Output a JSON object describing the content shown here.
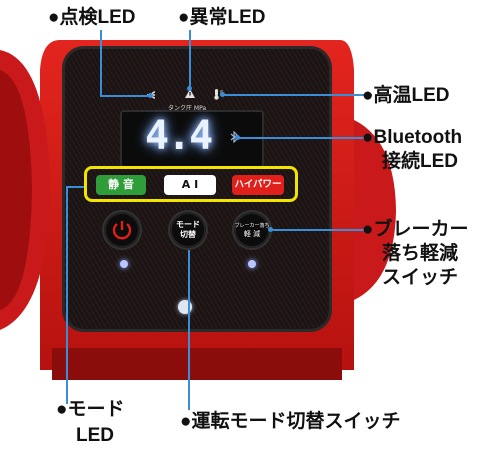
{
  "callouts": {
    "inspection_led": "●点検LED",
    "error_led": "●異常LED",
    "high_temp_led": "●高温LED",
    "bluetooth_led_line1": "●Bluetooth",
    "bluetooth_led_line2": "接続LED",
    "breaker_line1": "●ブレーカー",
    "breaker_line2": "落ち軽減",
    "breaker_line3": "スイッチ",
    "mode_led_line1": "●モード",
    "mode_led_line2": "LED",
    "mode_switch": "●運転モード切替スイッチ"
  },
  "panel": {
    "tank_label": "タンク圧 MPa",
    "display_value": "4.4",
    "mode_buttons": [
      "静 音",
      "A I",
      "ハイパワー"
    ],
    "mode_switch_label_line1": "モード",
    "mode_switch_label_line2": "切替",
    "breaker_label_line1": "ブレーカー落ち",
    "breaker_label_line2": "軽 減"
  },
  "colors": {
    "device_red": "#d41a16",
    "mode_box": "#f2e400",
    "quiet_green": "#2f9e3a",
    "ai_white": "#ffffff",
    "highpower_red": "#e0201b",
    "callout_line": "#3a8ed8"
  },
  "icons": [
    "wrench-icon",
    "warning-icon",
    "thermometer-icon",
    "bluetooth-icon",
    "power-icon"
  ]
}
